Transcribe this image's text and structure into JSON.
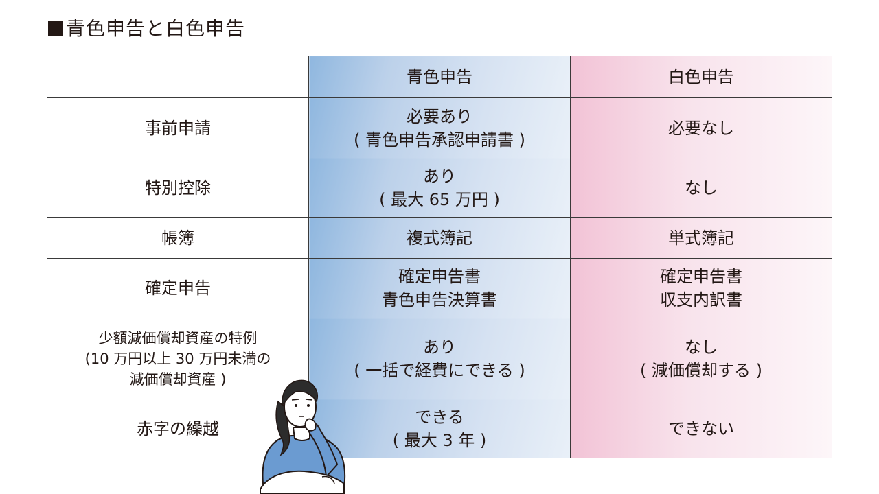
{
  "title": "青色申告と白色申告",
  "table": {
    "headers": [
      "",
      "青色申告",
      "白色申告"
    ],
    "rows": [
      {
        "label": "事前申請",
        "blue": "必要あり\n( 青色申告承認申請書 )",
        "white": "必要なし"
      },
      {
        "label": "特別控除",
        "blue": "あり\n( 最大 65 万円 )",
        "white": "なし"
      },
      {
        "label": "帳簿",
        "blue": "複式簿記",
        "white": "単式簿記"
      },
      {
        "label": "確定申告",
        "blue": "確定申告書\n青色申告決算書",
        "white": "確定申告書\n収支内訳書"
      },
      {
        "label": "少額減価償却資産の特例\n(10 万円以上 30 万円未満の\n減価償却資産 )",
        "blue": "あり\n( 一括で経費にできる )",
        "white": "なし\n( 減価償却する )"
      },
      {
        "label": "赤字の繰越",
        "blue": "できる\n( 最大 3 年 )",
        "white": "できない"
      }
    ]
  },
  "colors": {
    "blue_column": "#bcd1ea",
    "pink_column": "#f8e3ec",
    "border": "#3a3a3a",
    "illustration_shirt": "#6b9bd1"
  },
  "icons": [
    "square-bullet-icon",
    "thinking-woman-illustration"
  ]
}
